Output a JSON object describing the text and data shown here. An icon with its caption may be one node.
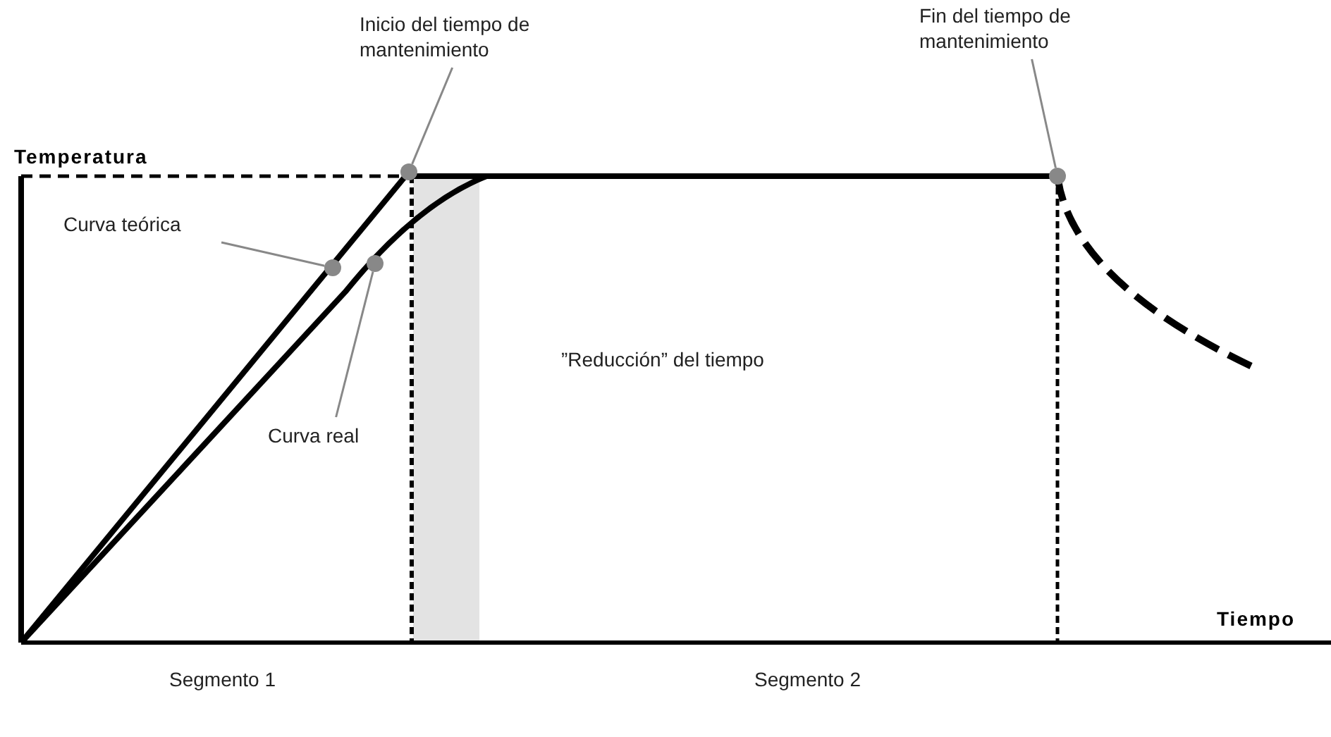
{
  "diagram": {
    "nodes": [
      {
        "text": [
          "Inicio del tiempo de mantenimiento"
        ]
      },
      {
        "text": [],
        "shape": "circle"
      },
      {
        "text": [
          "Fin del tiempo de mantenimiento"
        ]
      },
      {
        "text": [],
        "shape": "circle"
      },
      {
        "text": [
          "Curva teórica"
        ]
      },
      {
        "text": [],
        "shape": "circle"
      },
      {
        "text": [
          "Curva real"
        ]
      },
      {
        "text": [],
        "shape": "circle"
      }
    ],
    "edges": [
      {
        "from": 0,
        "to": 1,
        "arrow": "none"
      },
      {
        "from": 2,
        "to": 3,
        "arrow": "none"
      },
      {
        "from": 4,
        "to": 5,
        "arrow": "none"
      },
      {
        "from": 6,
        "to": 7,
        "arrow": "none"
      }
    ],
    "labels": [
      "Temperatura",
      "”Reducción” del tiempo",
      "Tiempo",
      "Segmento 1",
      "Segmento 2"
    ]
  }
}
